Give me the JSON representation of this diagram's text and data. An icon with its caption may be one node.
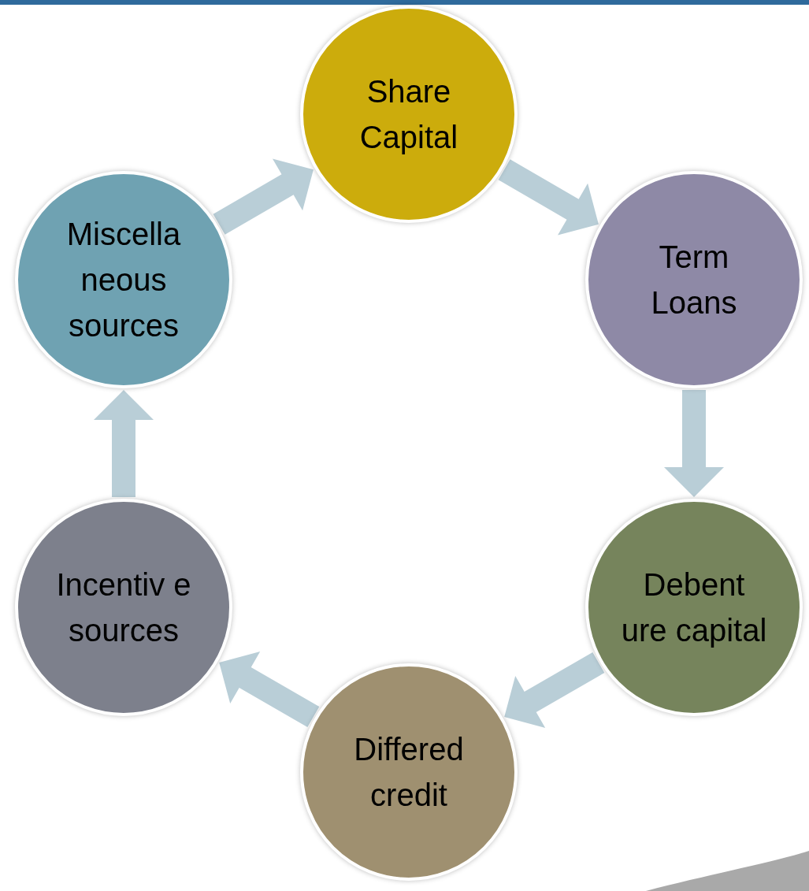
{
  "diagram": {
    "nodes": [
      {
        "text": [
          "Share Capital"
        ]
      },
      {
        "text": [
          "Term Loans"
        ]
      },
      {
        "text": [
          "Debent ure capital"
        ]
      },
      {
        "text": [
          "Differed credit"
        ]
      },
      {
        "text": [
          "Incentiv e sources"
        ]
      },
      {
        "text": [
          "Miscella neous sources"
        ]
      }
    ],
    "edges": [
      {
        "from": 0,
        "to": 1,
        "arrow": "to"
      },
      {
        "from": 1,
        "to": 2,
        "arrow": "to"
      },
      {
        "from": 2,
        "to": 3,
        "arrow": "to"
      },
      {
        "from": 3,
        "to": 4,
        "arrow": "to"
      },
      {
        "from": 4,
        "to": 5,
        "arrow": "to"
      },
      {
        "from": 5,
        "to": 0,
        "arrow": "to"
      }
    ]
  }
}
